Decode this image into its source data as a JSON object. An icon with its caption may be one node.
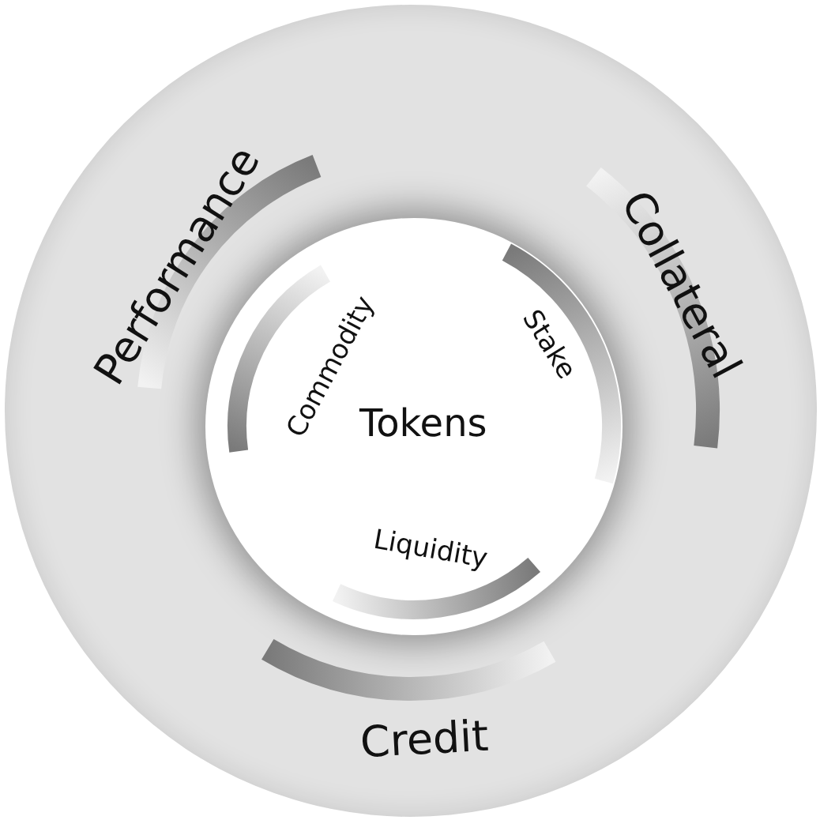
{
  "diagram": {
    "nodes": [
      {
        "text": [
          "Performance",
          "Collateral",
          "Credit"
        ]
      },
      {
        "text": [
          "Commodity",
          "Stake",
          "Tokens",
          "Liquidity"
        ],
        "in": 0
      }
    ]
  }
}
